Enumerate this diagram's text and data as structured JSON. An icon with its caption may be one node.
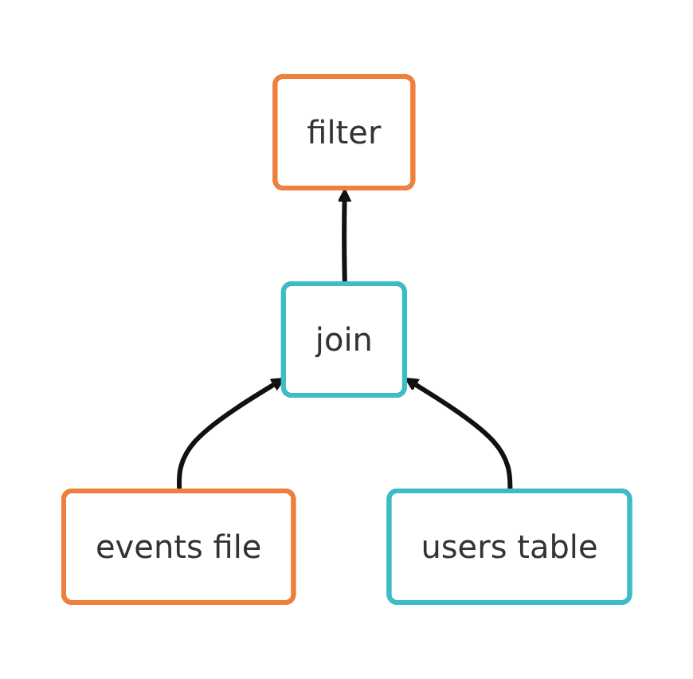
{
  "diagram": {
    "nodes": [
      {
        "text": [
          "filter"
        ]
      },
      {
        "text": [
          "join"
        ]
      },
      {
        "text": [
          "events file"
        ]
      },
      {
        "text": [
          "users table"
        ]
      }
    ],
    "edges": [
      {
        "from": 1,
        "to": 0,
        "arrow": "to"
      },
      {
        "from": 2,
        "to": 1,
        "arrow": "to"
      },
      {
        "from": 3,
        "to": 1,
        "arrow": "to"
      }
    ]
  }
}
